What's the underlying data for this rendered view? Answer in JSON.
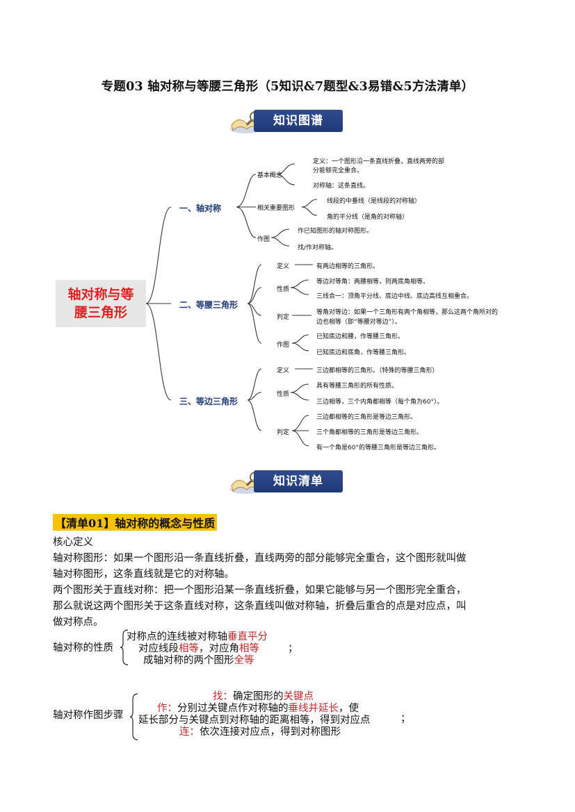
{
  "title": "专题03 轴对称与等腰三角形（5知识&7题型&3易错&5方法清单）",
  "banners": {
    "map": "知识图谱",
    "list": "知识清单"
  },
  "mindmap": {
    "root": "轴对称与等腰三角形",
    "b1": {
      "label": "一、轴对称",
      "basic": "基本概念",
      "def_1": "定义：一个图形沿一条直线折叠，直线两旁的部",
      "def_2": "分能够完全重合。",
      "axis": "对称轴：这条直线。",
      "related": "相关重要图形",
      "seg": "线段的中垂线（是线段的对称轴）",
      "angle": "角的平分线（是角的对称轴）",
      "draw": "作图",
      "draw_1": "作已知图形的轴对称图形。",
      "draw_2": "找/作对称轴。"
    },
    "b2": {
      "label": "二、等腰三角形",
      "def": "定义",
      "def_t": "有两边相等的三角形。",
      "prop": "性质",
      "prop_1": "等边对等角：两腰相等，则两底角相等。",
      "prop_2": "三线合一：顶角平分线、底边中线、底边高线互相重合。",
      "judge": "判定",
      "judge_1": "等角对等边：如果一个三角形有两个角相等，那么这两个角所对的",
      "judge_2": "边也相等（即“等腰对等边”）。",
      "draw": "作图",
      "draw_1": "已知底边和腰，作等腰三角形。",
      "draw_2": "已知底边和底角，作等腰三角形。"
    },
    "b3": {
      "label": "三、等边三角形",
      "def": "定义",
      "def_t": "三边都相等的三角形。（特殊的等腰三角形）",
      "prop": "性质",
      "prop_1": "具有等腰三角形的所有性质。",
      "prop_2": "三边相等，三个内角都相等（每个角为60°）。",
      "judge": "判定",
      "judge_1": "三边都相等的三角形是等边三角形。",
      "judge_2": "三个角都相等的三角形是等边三角形。",
      "judge_3": "有一个角是60°的等腰三角形是等边三角形。"
    }
  },
  "section": "【清单01】轴对称的概念与性质",
  "core": {
    "heading": "核心定义",
    "l1": "轴对称图形：如果一个图形沿一条直线折叠，直线两旁的部分能够完全重合，这个图形就叫做",
    "l2": "轴对称图形，这条直线就是它的对称轴。",
    "l3": "两个图形关于直线对称：把一个图形沿某一条直线折叠，如果它能够与另一个图形完全重合，",
    "l4": "那么就说这两个图形关于这条直线对称，这条直线叫做对称轴，折叠后重合的点是对应点，叫",
    "l5": "做对称点。"
  },
  "props": {
    "label": "轴对称的性质",
    "r1a": "对称点的连线被对称轴",
    "r1b": "垂直平分",
    "r2a": "对应线段",
    "r2b": "相等",
    "r2c": "，对应角",
    "r2d": "相等",
    "r2e": "；",
    "r3a": "成轴对称的两个图形",
    "r3b": "全等"
  },
  "steps": {
    "label": "轴对称作图步骤",
    "s1a": "找：",
    "s1b": "确定图形的",
    "s1c": "关键点",
    "s2a": "作：",
    "s2b": "分别过关键点作对称轴的",
    "s2c": "垂线并延长",
    "s2d": "，使",
    "s3": "延长部分与关键点到对称轴的距离相等，得到对应点",
    "s3e": "；",
    "s4a": "连：",
    "s4b": "依次连接对应点，得到对称图形"
  },
  "colors": {
    "navy": "#1f3a78",
    "red": "#c0282d",
    "highlight": "#f7c200",
    "line": "#333333"
  }
}
